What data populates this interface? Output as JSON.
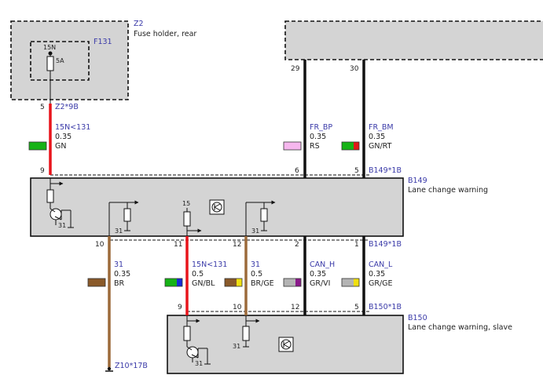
{
  "components": {
    "z2": {
      "id": "Z2",
      "desc": "Fuse holder, rear"
    },
    "f131": {
      "id": "F131",
      "top_label": "15N",
      "rating": "5A"
    },
    "b149": {
      "id": "B149",
      "desc": "Lane change warning"
    },
    "b150": {
      "id": "B150",
      "desc": "Lane change warning, slave"
    },
    "ground_ref_1": "31",
    "ground_ref_2": "31",
    "ground_ref_3": "31",
    "ground_ref_4": "31",
    "supply_15": "15"
  },
  "connectors": {
    "z2_9b": "Z2*9B",
    "b149_1b_top": "B149*1B",
    "b149_1b_bottom": "B149*1B",
    "b150_1b": "B150*1B",
    "z10_17b": "Z10*17B"
  },
  "pins": {
    "z2_5": "5",
    "b149_9": "9",
    "b149_6": "6",
    "b149_5_top": "5",
    "top_29": "29",
    "top_30": "30",
    "b149_10": "10",
    "b149_11": "11",
    "b149_12": "12",
    "b149_2": "2",
    "b149_1": "1",
    "b150_9": "9",
    "b150_10": "10",
    "b150_12": "12",
    "b150_5": "5"
  },
  "wires": [
    {
      "key": "w1",
      "signal": "15N<131",
      "size": "0.35",
      "color_code": "GN",
      "stroke": "#e8141b",
      "swatch": [
        "#16b316"
      ]
    },
    {
      "key": "w2",
      "signal": "FR_BP",
      "size": "0.35",
      "color_code": "RS",
      "stroke": "#111111",
      "swatch": [
        "#f6b7ee"
      ]
    },
    {
      "key": "w3",
      "signal": "FR_BM",
      "size": "0.35",
      "color_code": "GN/RT",
      "stroke": "#111111",
      "swatch": [
        "#16b316",
        "#e01818"
      ]
    },
    {
      "key": "w4",
      "signal": "31",
      "size": "0.35",
      "color_code": "BR",
      "stroke": "#9c6a3a",
      "swatch": [
        "#8a5a2a"
      ]
    },
    {
      "key": "w5",
      "signal": "15N<131",
      "size": "0.5",
      "color_code": "GN/BL",
      "stroke": "#e8141b",
      "swatch": [
        "#16b316",
        "#1a2ad6"
      ]
    },
    {
      "key": "w6",
      "signal": "31",
      "size": "0.5",
      "color_code": "BR/GE",
      "stroke": "#9c6a3a",
      "swatch": [
        "#8a5a2a",
        "#f0e010"
      ]
    },
    {
      "key": "w7",
      "signal": "CAN_H",
      "size": "0.35",
      "color_code": "GR/VI",
      "stroke": "#111111",
      "swatch": [
        "#b4b4b4",
        "#8a1a8a"
      ]
    },
    {
      "key": "w8",
      "signal": "CAN_L",
      "size": "0.35",
      "color_code": "GR/GE",
      "stroke": "#111111",
      "swatch": [
        "#b4b4b4",
        "#f0e010"
      ]
    }
  ],
  "colors": {
    "box_fill": "#d4d4d4",
    "dashed_stroke": "#111111",
    "label_blue": "#3a3aa8"
  }
}
